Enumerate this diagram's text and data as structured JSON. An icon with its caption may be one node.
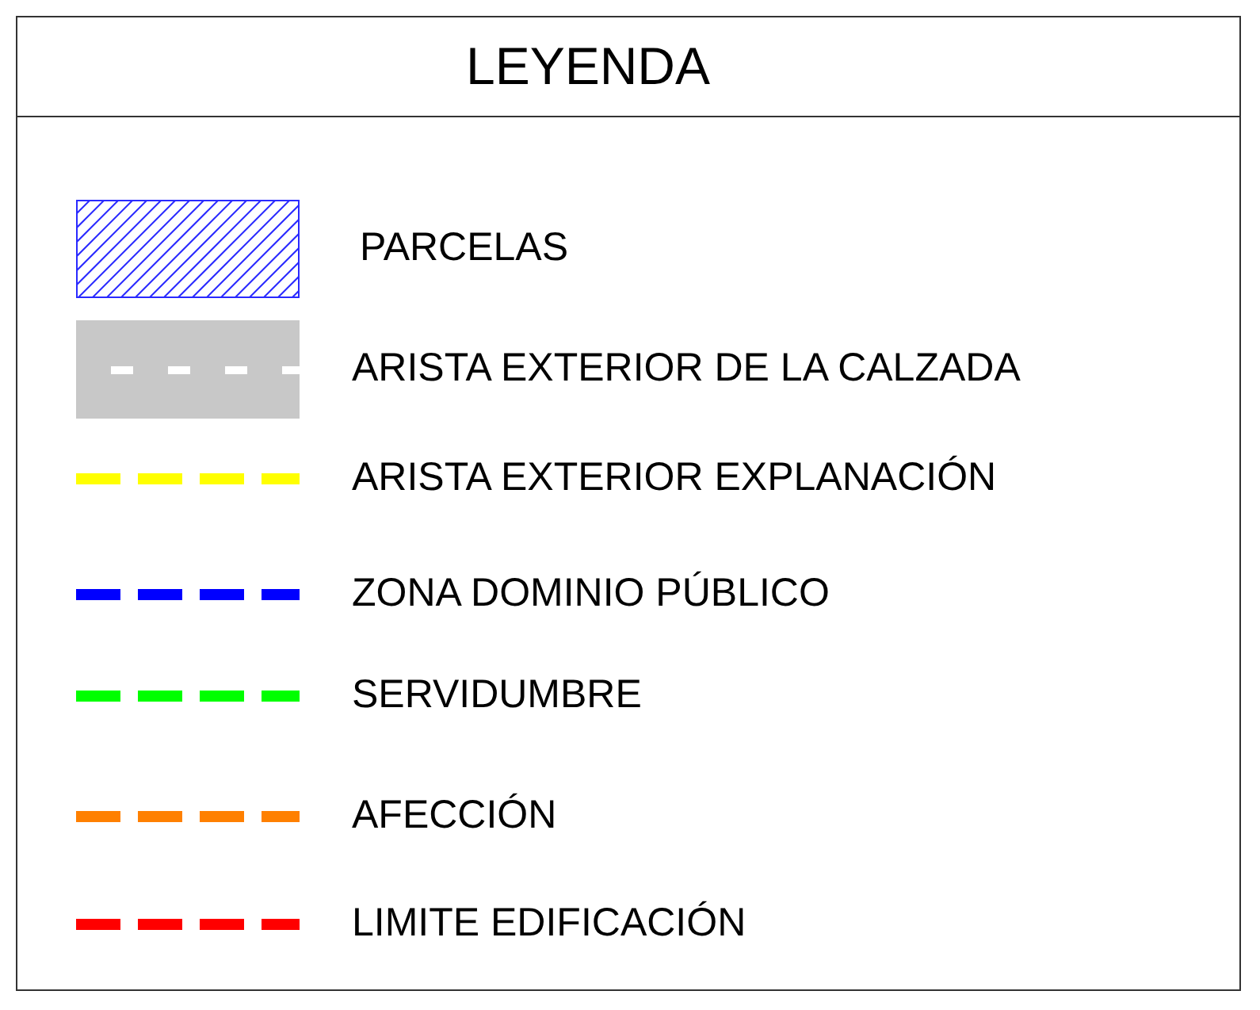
{
  "diagram": {
    "title": "LEYENDA",
    "legend": [
      {
        "text": "PARCELAS"
      },
      {
        "text": "ARISTA EXTERIOR DE LA CALZADA"
      },
      {
        "text": "ARISTA EXTERIOR EXPLANACIÓN"
      },
      {
        "text": "ZONA DOMINIO PÚBLICO"
      },
      {
        "text": "SERVIDUMBRE"
      },
      {
        "text": "AFECCIÓN"
      },
      {
        "text": "LIMITE EDIFICACIÓN"
      }
    ]
  }
}
